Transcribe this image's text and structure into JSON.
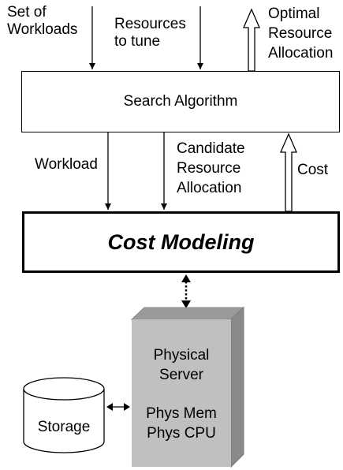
{
  "inputs": {
    "workloads_line1": "Set of",
    "workloads_line2": "Workloads",
    "resources_line1": "Resources",
    "resources_line2": "to tune",
    "output_line1": "Optimal",
    "output_line2": "Resource",
    "output_line3": "Allocation"
  },
  "search": {
    "title": "Search Algorithm"
  },
  "edges": {
    "workload": "Workload",
    "candidate_line1": "Candidate",
    "candidate_line2": "Resource",
    "candidate_line3": "Allocation",
    "cost": "Cost"
  },
  "cost_model": {
    "title": "Cost Modeling"
  },
  "server": {
    "line1": "Physical",
    "line2": "Server",
    "line3": "Phys Mem",
    "line4": "Phys CPU"
  },
  "storage": {
    "label": "Storage"
  },
  "colors": {
    "server_front": "#c0c0c0",
    "server_side": "#8a8a8a",
    "server_top": "#9a9a9a"
  }
}
